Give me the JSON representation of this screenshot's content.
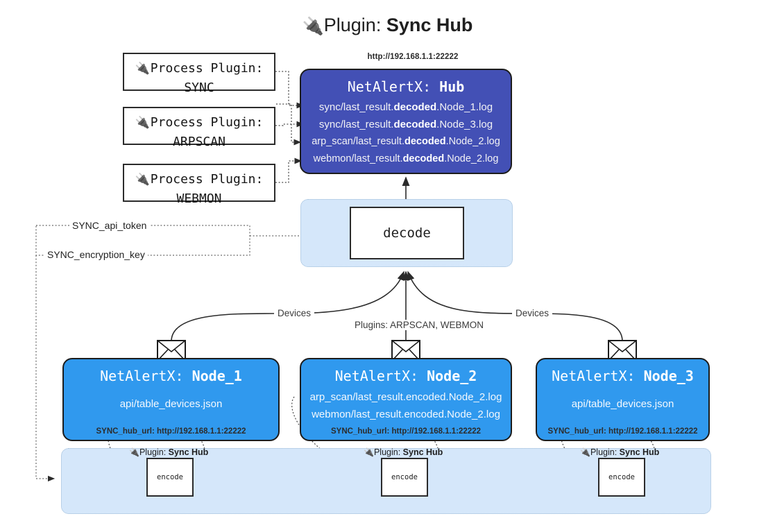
{
  "title": {
    "icon": "plug-icon",
    "glyph": "🔌",
    "prefix": "Plugin: ",
    "name": "Sync Hub"
  },
  "colors": {
    "hub_fill": "#4350b5",
    "node_fill": "#3099ee",
    "container_fill": "#d5e7fa",
    "container_border": "#9cbad6",
    "stroke": "#2b2b2b",
    "page_bg": "#ffffff"
  },
  "process_plugins": [
    {
      "icon": "plug-icon",
      "glyph": "🔌",
      "line1": "Process Plugin:",
      "line2": "SYNC"
    },
    {
      "icon": "plug-icon",
      "glyph": "🔌",
      "line1": "Process Plugin:",
      "line2": "ARPSCAN"
    },
    {
      "icon": "plug-icon",
      "glyph": "🔌",
      "line1": "Process Plugin:",
      "line2": "WEBMON"
    }
  ],
  "hub": {
    "url": "http://192.168.1.1:22222",
    "title_prefix": "NetAlertX: ",
    "title_name": "Hub",
    "lines": [
      {
        "pre": "sync/last_result.",
        "em": "decoded",
        "post": ".Node_1.log"
      },
      {
        "pre": "sync/last_result.",
        "em": "decoded",
        "post": ".Node_3.log"
      },
      {
        "pre": "arp_scan/last_result.",
        "em": "decoded",
        "post": ".Node_2.log"
      },
      {
        "pre": "webmon/last_result.",
        "em": "decoded",
        "post": ".Node_2.log"
      }
    ]
  },
  "settings": {
    "api_token": "SYNC_api_token",
    "encryption_key": "SYNC_encryption_key"
  },
  "decode": {
    "label": "decode"
  },
  "edge_labels": {
    "devices_left": "Devices",
    "plugins_center": "Plugins: ARPSCAN, WEBMON",
    "devices_right": "Devices"
  },
  "nodes": [
    {
      "title_prefix": "NetAlertX: ",
      "title_name": "Node_1",
      "lines": [
        "api/table_devices.json"
      ],
      "footer": "SYNC_hub_url: http://192.168.1.1:22222",
      "envelope_icon": "envelope-icon"
    },
    {
      "title_prefix": "NetAlertX: ",
      "title_name": "Node_2",
      "lines": [
        "arp_scan/last_result.encoded.Node_2.log",
        "webmon/last_result.encoded.Node_2.log"
      ],
      "footer": "SYNC_hub_url: http://192.168.1.1:22222",
      "envelope_icon": "envelope-icon"
    },
    {
      "title_prefix": "NetAlertX: ",
      "title_name": "Node_3",
      "lines": [
        "api/table_devices.json"
      ],
      "footer": "SYNC_hub_url: http://192.168.1.1:22222",
      "envelope_icon": "envelope-icon"
    }
  ],
  "encoders": [
    {
      "icon": "plug-icon",
      "glyph": "🔌",
      "label_prefix": "Plugin: ",
      "label_name": "Sync Hub",
      "box": "encode"
    },
    {
      "icon": "plug-icon",
      "glyph": "🔌",
      "label_prefix": "Plugin: ",
      "label_name": "Sync Hub",
      "box": "encode"
    },
    {
      "icon": "plug-icon",
      "glyph": "🔌",
      "label_prefix": "Plugin: ",
      "label_name": "Sync Hub",
      "box": "encode"
    }
  ]
}
